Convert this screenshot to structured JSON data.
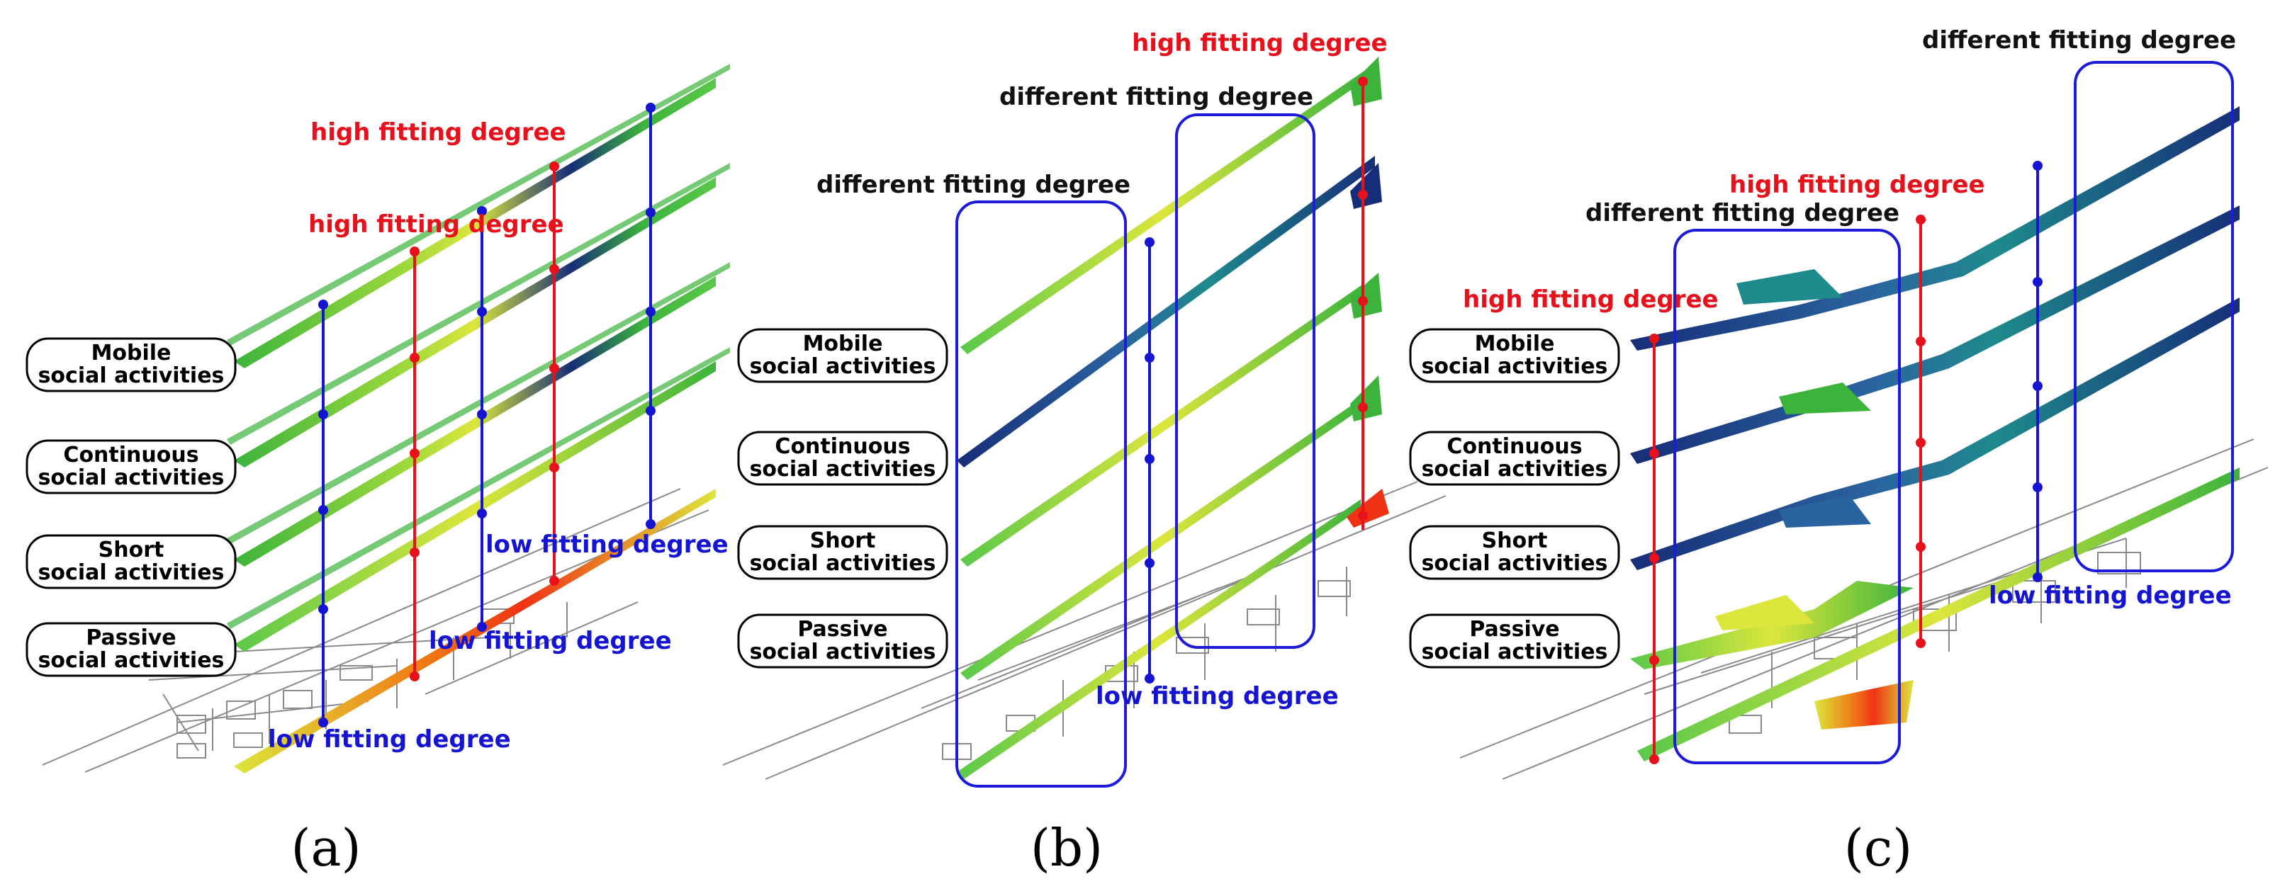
{
  "colors": {
    "high": "#e8101a",
    "low": "#1414d2",
    "different": "#111111",
    "box": "#1c1cd8",
    "strip_dark": "#162e78",
    "strip_green": "#3cb43c",
    "strip_yellow": "#dce63c",
    "hot": "#f03214"
  },
  "layer_labels": [
    {
      "line1": "Mobile",
      "line2": "social activities"
    },
    {
      "line1": "Continuous",
      "line2": "social activities"
    },
    {
      "line1": "Short",
      "line2": "social activities"
    },
    {
      "line1": "Passive",
      "line2": "social activities"
    }
  ],
  "annotation_text": {
    "high": "high fitting degree",
    "low": "low fitting degree",
    "different": "different fitting degree"
  },
  "panels": [
    {
      "letter": "(a)"
    },
    {
      "letter": "(b)"
    },
    {
      "letter": "(c)"
    }
  ]
}
